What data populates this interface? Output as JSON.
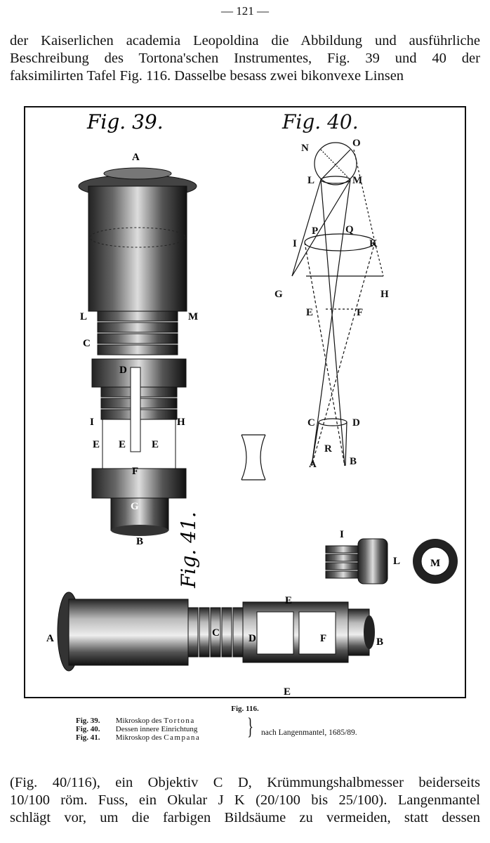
{
  "page_number": "— 121 —",
  "top_lines": [
    "der Kaiserlichen academia Leopoldina die Abbildung und ausführliche",
    "Beschreibung des Tortona'schen Instrumentes, Fig. 39 und 40 der",
    "faksimilirten Tafel Fig. 116. Dasselbe besass zwei bikonvexe Linsen"
  ],
  "figure": {
    "fig39_title": "Fig. 39.",
    "fig40_title": "Fig. 40.",
    "fig41_title": "Fig. 41.",
    "fig39_labels": {
      "A": "A",
      "L": "L",
      "M": "M",
      "C": "C",
      "D": "D",
      "I": "I",
      "H": "H",
      "E1": "E",
      "E2": "E",
      "E3": "E",
      "F": "F",
      "G": "G",
      "B": "B"
    },
    "fig40_labels": {
      "N": "N",
      "O": "O",
      "L": "L",
      "M": "M",
      "P": "P",
      "Q": "Q",
      "I": "I",
      "K": "K",
      "G": "G",
      "H": "H",
      "E": "E",
      "F": "F",
      "C": "C",
      "D": "D",
      "R": "R",
      "A": "A",
      "B": "B"
    },
    "fig41_labels": {
      "A": "A",
      "B": "B",
      "E1": "E",
      "E2": "E",
      "D": "D",
      "F": "F",
      "I": "I",
      "L": "L",
      "M": "M",
      "C": "C"
    },
    "caption": "Fig. 116.",
    "legend": [
      {
        "fig": "Fig. 39.",
        "desc": "Mikroskop des",
        "name": "Tortona"
      },
      {
        "fig": "Fig. 40.",
        "desc": "Dessen innere Einrichtung",
        "name": ""
      },
      {
        "fig": "Fig. 41.",
        "desc": "Mikroskop des",
        "name": "Campana"
      }
    ],
    "source": "nach Langenmantel, 1685/89."
  },
  "bottom_lines": [
    "(Fig. 40/116), ein Objektiv C D, Krümmungshalbmesser beiderseits",
    "10/100 röm. Fuss, ein Okular J K (20/100 bis 25/100). Langenmantel",
    "schlägt vor, um die farbigen Bildsäume zu vermeiden, statt dessen"
  ]
}
